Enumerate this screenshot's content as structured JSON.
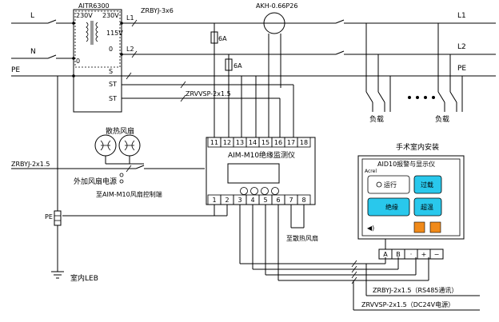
{
  "lines": {
    "l": "L",
    "n": "N",
    "pe": "PE",
    "l1": "L1",
    "l2": "L2",
    "pe_right": "PE"
  },
  "transformer": {
    "model": "AITR6300",
    "primary_voltage": "230V",
    "secondary_voltage": "230V",
    "tap_115v": "115V",
    "tap_0": "0",
    "terminal_0": "0",
    "out_l1": "L1",
    "out_l2": "L2",
    "out_s": "S",
    "st1": "ST",
    "st2": "ST"
  },
  "cables": {
    "power": "ZRBYJ-3x6",
    "signal": "ZRVVSP-2x1.5",
    "fan_power": "ZRBYJ-2x1.5",
    "rs485": "ZRBYJ-2x1.5（RS485通讯）",
    "dc24": "ZRVVSP-2x1.5（DC24V电源）"
  },
  "ct_label": "AKH-0.66P26",
  "fuses": [
    "6A",
    "6A"
  ],
  "loads": {
    "load1": "负载",
    "load2": "负载"
  },
  "monitor": {
    "title": "AIM-M10绝缘监测仪",
    "top_terminals": [
      "11",
      "12",
      "13",
      "14",
      "15",
      "16",
      "17",
      "18"
    ],
    "bottom_terminals": [
      "1",
      "2",
      "3",
      "4",
      "5",
      "6",
      "7",
      "8"
    ]
  },
  "fans": {
    "label": "散热风扇",
    "aux_power": "外加风扇电源",
    "to_control": "至AIM-M10风扇控制端",
    "to_fan": "至散热风扇"
  },
  "ground": {
    "terminal": "PE",
    "label": "室内LEB"
  },
  "indoor": {
    "title": "手术室内安装",
    "device": "AID10报警与显示仪",
    "brand": "Acrel",
    "buttons": [
      "运行",
      "过载",
      "绝缘",
      "超温"
    ],
    "terminals": [
      "A",
      "B",
      "·",
      "+",
      "−"
    ]
  },
  "colors": {
    "cyan": "#29c8ec",
    "orange": "#f08a1a",
    "red": "#e0201a"
  }
}
